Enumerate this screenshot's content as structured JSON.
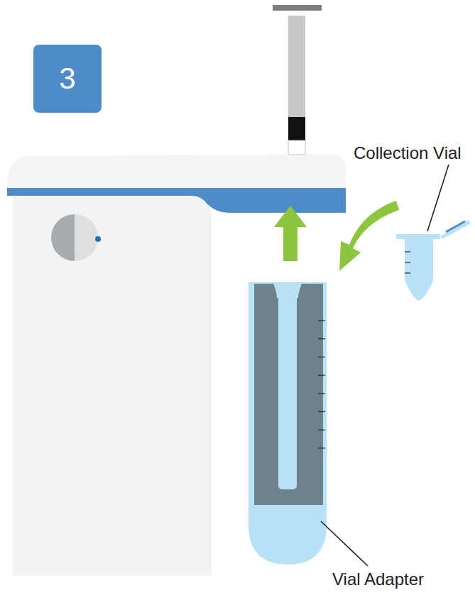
{
  "diagram": {
    "nodes": [
      {
        "text": [
          "3"
        ]
      }
    ],
    "labels": [
      "Collection Vial",
      "Vial Adapter"
    ]
  }
}
